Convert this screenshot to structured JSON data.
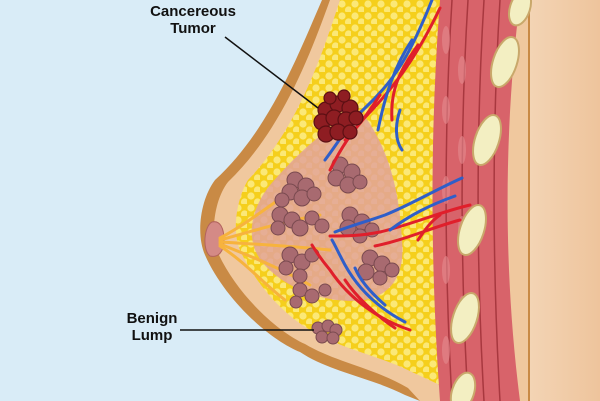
{
  "labels": {
    "cancerous_tumor": {
      "line1": "Cancereous",
      "line2": "Tumor"
    },
    "benign_lump": {
      "line1": "Benign",
      "line2": "Lump"
    }
  },
  "colors": {
    "background": "#d9ecf7",
    "skin": "#f0c89e",
    "fat": "#f6d21c",
    "muscle": "#d8636a",
    "lobules": "#a86a70",
    "tumor": "#8e1d22",
    "artery": "#e01f2b",
    "vein": "#2f5ec9"
  }
}
